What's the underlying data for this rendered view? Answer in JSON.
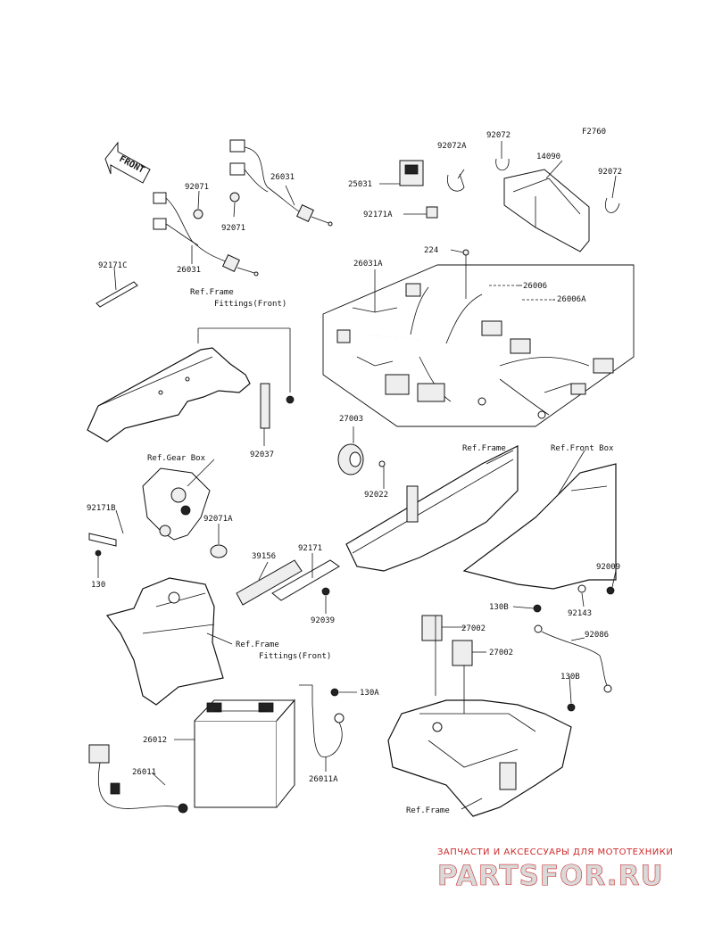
{
  "diagram": {
    "figure_code": "F2760",
    "front_label": "FRONT",
    "parts": {
      "p92072A": "92072A",
      "p92072_top": "92072",
      "p92072_right": "92072",
      "p14090": "14090",
      "p25031": "25031",
      "p92171A": "92171A",
      "p92071_a": "92071",
      "p92071_b": "92071",
      "p26031_top": "26031",
      "p26031_bottom": "26031",
      "p92171C": "92171C",
      "p224": "224",
      "p26031A": "26031A",
      "p26006": "26006",
      "p26006A": "26006A",
      "p92037": "92037",
      "p27003": "27003",
      "p92022": "92022",
      "p92171B": "92171B",
      "p92071A": "92071A",
      "p130": "130",
      "p39156": "39156",
      "p92171": "92171",
      "p92039": "92039",
      "p92009": "92009",
      "p92143": "92143",
      "p130B_top": "130B",
      "p92086": "92086",
      "p27002_a": "27002",
      "p27002_b": "27002",
      "p130B_bottom": "130B",
      "p130A": "130A",
      "p26012": "26012",
      "p26011": "26011",
      "p26011A": "26011A"
    },
    "refs": {
      "frame_fittings_front_1a": "Ref.Frame",
      "frame_fittings_front_1b": "Fittings(Front)",
      "gear_box": "Ref.Gear Box",
      "frame_1": "Ref.Frame",
      "front_box": "Ref.Front Box",
      "frame_fittings_front_2a": "Ref.Frame",
      "frame_fittings_front_2b": "Fittings(Front)",
      "frame_2": "Ref.Frame"
    }
  },
  "watermark": {
    "tagline": "ЗАПЧАСТИ И АКСЕССУАРЫ ДЛЯ МОТОТЕХНИКИ",
    "brand": "PARTSFOR.RU",
    "brand_color": "#cc2a2a"
  }
}
